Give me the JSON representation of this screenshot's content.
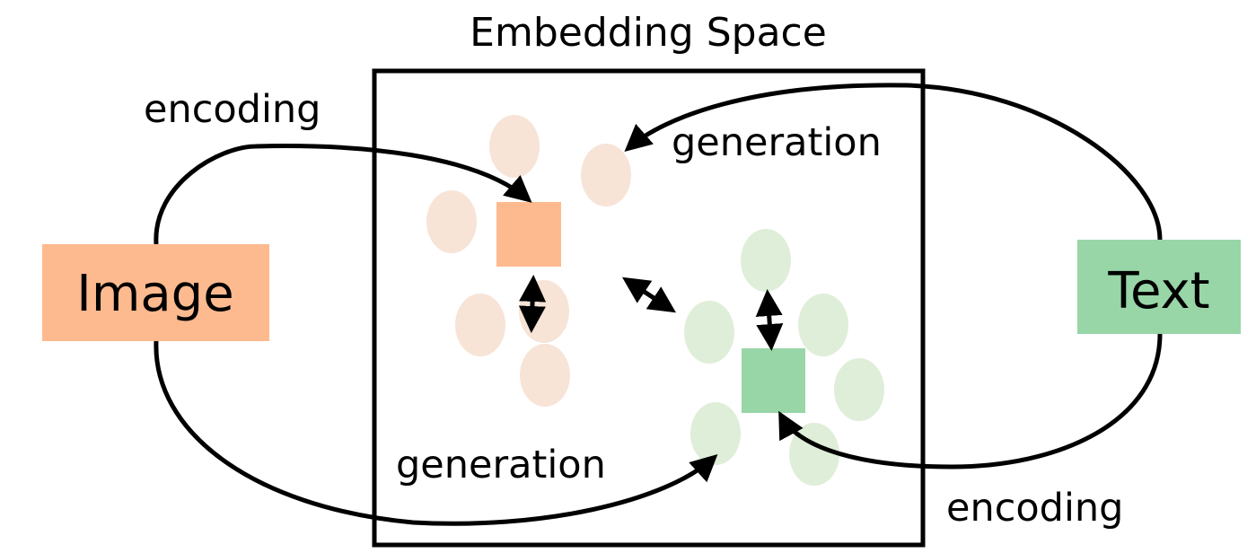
{
  "title": "Embedding Space",
  "nodes": {
    "image": {
      "label": "Image",
      "color": "#FDBA8F"
    },
    "text": {
      "label": "Text",
      "color": "#98D6A8"
    }
  },
  "edges": {
    "image_encoding": "encoding",
    "image_generation": "generation",
    "text_encoding": "encoding",
    "text_generation": "generation"
  },
  "embedding": {
    "image_cluster_color": "#F7E4D7",
    "image_anchor_color": "#FDBA8F",
    "text_cluster_color": "#DFEED8",
    "text_anchor_color": "#98D6A8",
    "image_cluster_count": 6,
    "text_cluster_count": 6
  }
}
